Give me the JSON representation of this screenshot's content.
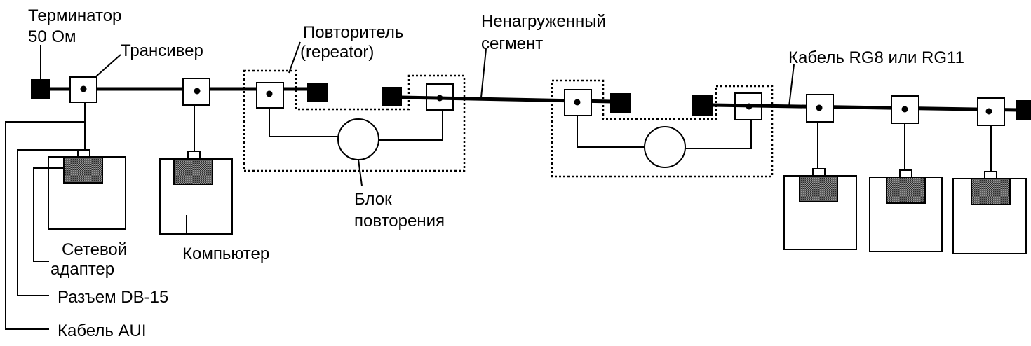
{
  "labels": {
    "terminator_line1": "Терминатор",
    "terminator_line2": "50 Ом",
    "transceiver": "Трансивер",
    "repeater_line1": "Повторитель",
    "repeater_line2": "(repeator)",
    "unloaded_line1": "Ненагруженный",
    "unloaded_line2": "сегмент",
    "cable": "Кабель RG8 или RG11",
    "repeat_unit_line1": "Блок",
    "repeat_unit_line2": "повторения",
    "adapter_line1": "Сетевой",
    "adapter_line2": "адаптер",
    "computer": "Компьютер",
    "connector": "Разъем DB-15",
    "aui_cable": "Кабель AUI"
  },
  "colors": {
    "line": "#000000",
    "background": "#ffffff",
    "adapter_fill": "#6e6e6e"
  }
}
